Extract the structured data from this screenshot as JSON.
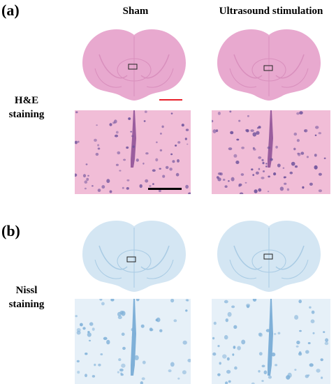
{
  "figure": {
    "panel_a": {
      "letter": "(a)",
      "col_sham": "Sham",
      "col_us": "Ultrasound stimulation",
      "row_line1": "H&E",
      "row_line2": "staining"
    },
    "panel_b": {
      "letter": "(b)",
      "row_line1": "Nissl",
      "row_line2": "staining"
    }
  },
  "colors": {
    "he_brain": "#e8a9cf",
    "he_brain_dark": "#d98fbd",
    "he_tissue": "#f1bdd7",
    "he_nuclei": "#6a4f9a",
    "nissl_brain": "#cfe3f1",
    "nissl_brain_dark": "#a9cbe4",
    "nissl_tissue": "#e6f0f8",
    "nissl_cells": "#7fb0d8",
    "scale_bar_red": "#e8202a",
    "scale_bar_black": "#000000"
  }
}
